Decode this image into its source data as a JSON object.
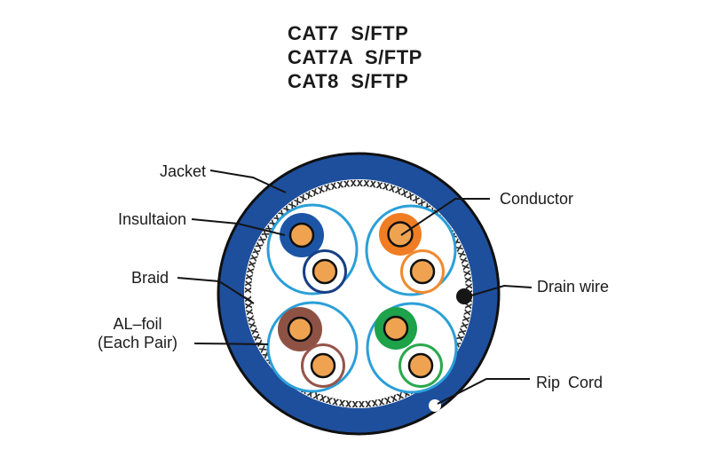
{
  "title": {
    "lines": [
      "CAT7 S/FTP",
      "CAT7A S/FTP",
      "CAT8 S/FTP"
    ]
  },
  "callouts": {
    "jacket": {
      "label": "Jacket"
    },
    "insulation": {
      "label": "Insultaion"
    },
    "braid": {
      "label": "Braid"
    },
    "al_foil": {
      "label_line1": "AL–foil",
      "label_line2": "(Each Pair)"
    },
    "conductor": {
      "label": "Conductor"
    },
    "drain_wire": {
      "label": "Drain wire"
    },
    "rip_cord": {
      "label": "Rip Cord"
    }
  },
  "diagram": {
    "pair_colors": [
      "blue",
      "orange",
      "brown",
      "green"
    ],
    "colors": {
      "background": "#ffffff",
      "jacket": "#1e4f9d",
      "outline": "#101010",
      "inner": "#ffffff",
      "braid": "#2a2a2a",
      "foil_ring": "#2b9fd8",
      "conductor": "#efa351",
      "conductor_outline": "#101010",
      "drain_wire": "#161616",
      "rip_cord": "#ffffff",
      "pair_blue": "#1c55a6",
      "pair_blue_ring": "#183f85",
      "pair_orange": "#f07d23",
      "pair_orange_ring": "#f08a2e",
      "pair_brown": "#8e5245",
      "pair_brown_ring": "#96544a",
      "pair_green": "#1ea24a",
      "pair_green_ring": "#2aa84e",
      "leader_line": "#141414",
      "text": "#1b1b1b"
    }
  }
}
